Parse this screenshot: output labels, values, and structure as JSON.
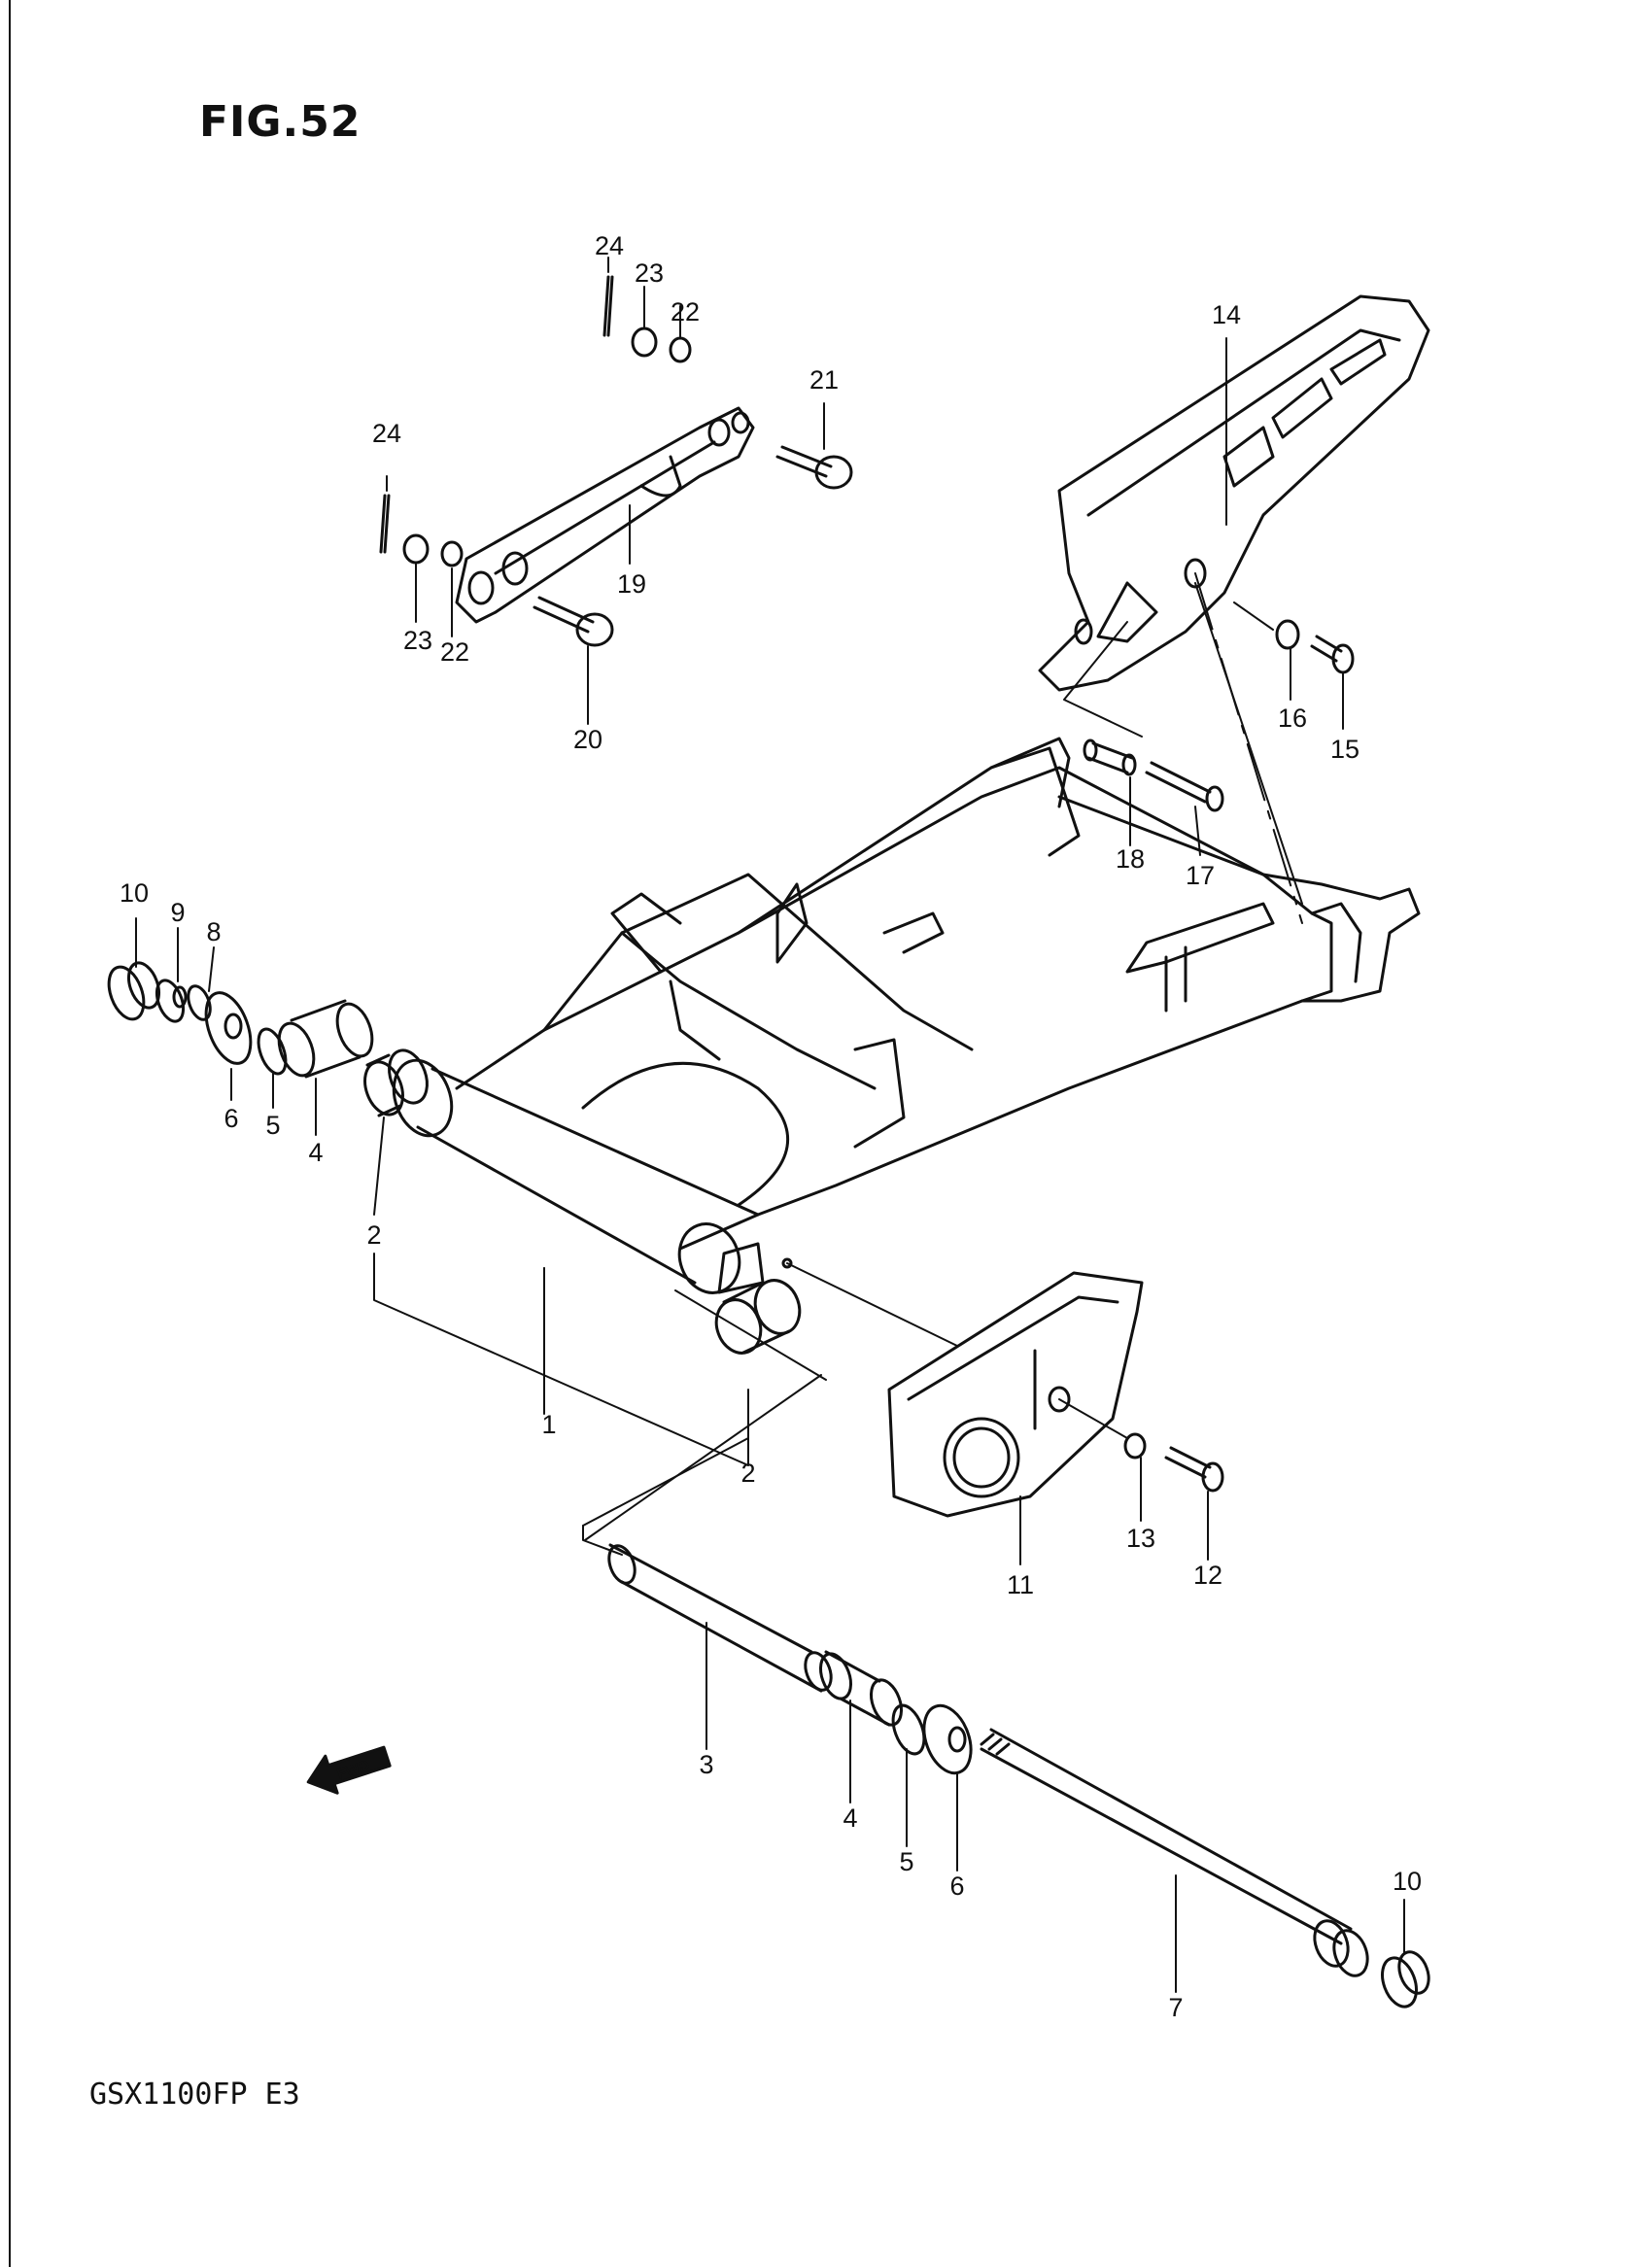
{
  "figure": {
    "title": "FIG.52",
    "model": "GSX1100FP E3"
  },
  "fwd_label": "FWD",
  "callouts": [
    "1",
    "2",
    "2",
    "3",
    "4",
    "4",
    "5",
    "5",
    "6",
    "6",
    "7",
    "8",
    "9",
    "10",
    "10",
    "11",
    "12",
    "13",
    "14",
    "15",
    "16",
    "17",
    "18",
    "19",
    "20",
    "21",
    "22",
    "22",
    "23",
    "23",
    "24",
    "24"
  ]
}
